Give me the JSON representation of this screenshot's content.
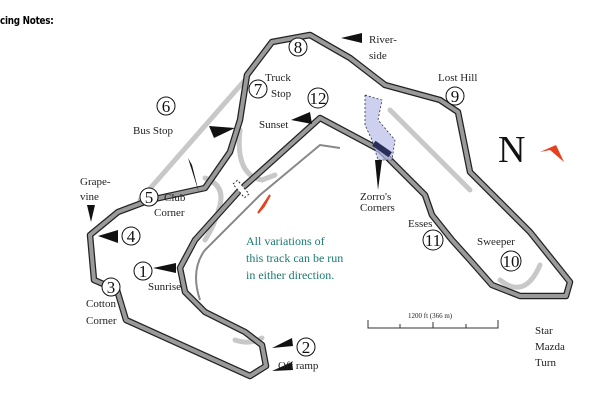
{
  "header": "cing Notes:",
  "compass": "N",
  "note_lines": [
    "All variations of",
    "this track can be run",
    "in either direction."
  ],
  "scale_label": "1200 ft (366 m)",
  "turns": [
    {
      "num": "1",
      "label": [
        "Sunrise"
      ]
    },
    {
      "num": "2",
      "label": [
        "Off ramp"
      ]
    },
    {
      "num": "3",
      "label": [
        "Cotton",
        "Corner"
      ]
    },
    {
      "num": "4",
      "label": []
    },
    {
      "num": "5",
      "label": [
        "Club",
        "Corner"
      ]
    },
    {
      "num": "6",
      "label": [
        "Bus Stop"
      ]
    },
    {
      "num": "7",
      "label": [
        "Truck",
        "Stop"
      ]
    },
    {
      "num": "8",
      "label": []
    },
    {
      "num": "9",
      "label": [
        "Lost Hill"
      ]
    },
    {
      "num": "10",
      "label": [
        "Sweeper"
      ]
    },
    {
      "num": "11",
      "label": [
        "Esses"
      ]
    },
    {
      "num": "12",
      "label": [
        "Sunset"
      ]
    }
  ],
  "other_labels": {
    "grapevine": [
      "Grape-",
      "vine"
    ],
    "riverside": [
      "River-",
      "side"
    ],
    "zorros": [
      "Zorro's",
      "Corners"
    ],
    "star_mazda": [
      "Star",
      "Mazda",
      "Turn"
    ]
  },
  "colors": {
    "track": "#9a9a9a",
    "edge": "#222222",
    "alt": "#c8c8c8",
    "accent": "#e8401c",
    "note": "#1a7a70",
    "zorro": "#b8bce8"
  }
}
